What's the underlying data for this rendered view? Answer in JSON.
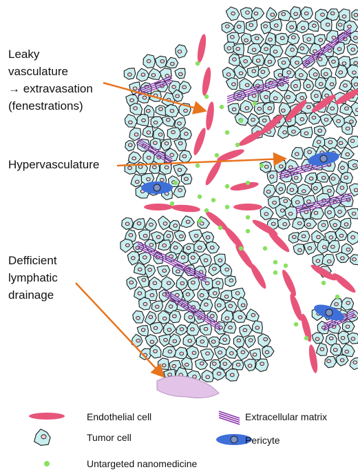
{
  "labels": {
    "leaky_line1": "Leaky",
    "leaky_line2": "vasculature",
    "leaky_line3": "→ extravasation",
    "leaky_line4": "(fenestrations)",
    "hypervasculature": "Hypervasculature",
    "lymph_line1": "Defficient",
    "lymph_line2": "lymphatic",
    "lymph_line3": "drainage"
  },
  "legend": {
    "endothelial": "Endothelial cell",
    "ecm": "Extracellular matrix",
    "tumor": "Tumor cell",
    "pericyte": "Pericyte",
    "nano": "Untargeted nanomedicine"
  },
  "colors": {
    "endothelial": "#e8557a",
    "tumor_fill": "#c9eef0",
    "tumor_nucleus": "#f7cfd6",
    "ecm": "#8a2fa8",
    "pericyte": "#3f6fd9",
    "nano": "#88e060",
    "arrow": "#e8741e",
    "lymph": "#e3c3e8"
  }
}
